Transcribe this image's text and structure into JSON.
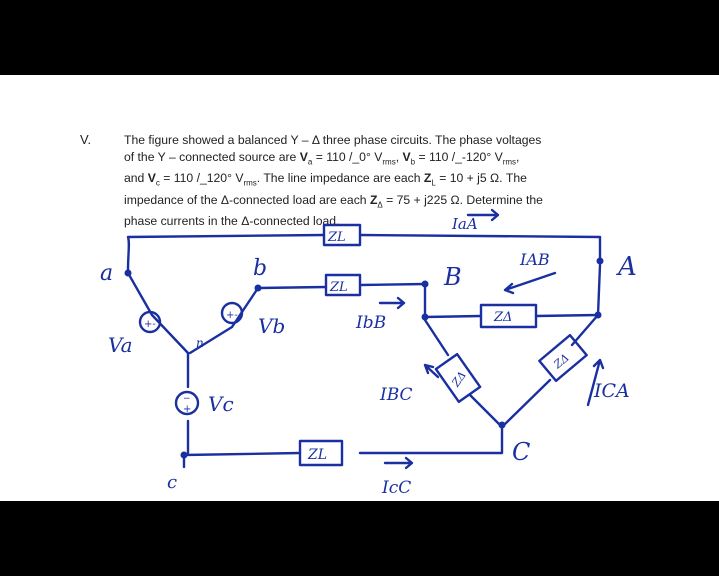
{
  "question": {
    "number": "V.",
    "line1": "The figure showed a balanced Y – Δ three phase circuits. The phase voltages",
    "line2_a": "of the Y – connected source are  ",
    "va": "V",
    "va_sub": "a",
    "va_val": " = 110 /_0° V",
    "va_unit": "rms",
    "vb": "V",
    "vb_sub": "b",
    "vb_val": " = 110 /_-120° V",
    "vb_unit": "rms",
    "line3_a": "and ",
    "vc": "V",
    "vc_sub": "c",
    "vc_val": " = 110 /_120° V",
    "vc_unit": "rms",
    "line3_b": ".  The line impedance are each ",
    "zl": "Z",
    "zl_sub": "L",
    "line3_c": " = 10 + j5 Ω. The",
    "line4_a": "impedance of the Δ-connected load are each ",
    "zd": "Z",
    "zd_sub": "Δ",
    "line4_b": " = 75 + j225 Ω. Determine the",
    "line5": "phase currents in the Δ-connected load."
  },
  "diagram": {
    "labels": {
      "a": "a",
      "b": "b",
      "c": "c",
      "n": "n",
      "A": "A",
      "B": "B",
      "C": "C",
      "Va": "Va",
      "Vb": "Vb",
      "Vc": "Vc",
      "ZL_top": "ZL",
      "ZL_mid": "ZL",
      "ZL_bot": "ZL",
      "ZD_AB": "ZΔ",
      "ZD_BC": "ZΔ",
      "ZD_CA": "ZΔ",
      "IaA": "IaA",
      "IAB": "IAB",
      "IbB": "IbB",
      "IBC": "IBC",
      "ICA": "ICA",
      "IcC": "IcC"
    },
    "ink_color": "#1a2fa0"
  }
}
